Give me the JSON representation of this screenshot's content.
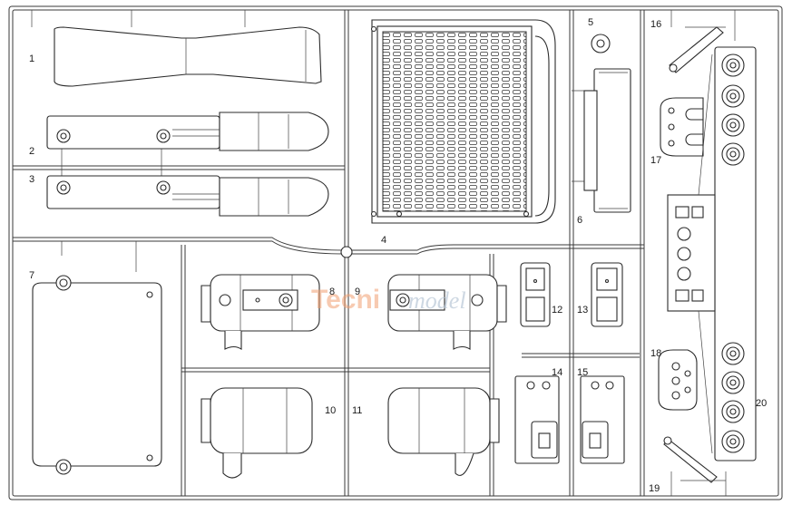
{
  "labels": {
    "p1": "1",
    "p2": "2",
    "p3": "3",
    "p4": "4",
    "p5": "5",
    "p6": "6",
    "p7": "7",
    "p8": "8",
    "p9": "9",
    "p10": "10",
    "p11": "11",
    "p12": "12",
    "p13": "13",
    "p14": "14",
    "p15": "15",
    "p16": "16",
    "p17": "17",
    "p18": "18",
    "p19": "19",
    "p20": "20"
  },
  "watermark": {
    "part_a": "Tecni",
    "part_b": "model"
  }
}
